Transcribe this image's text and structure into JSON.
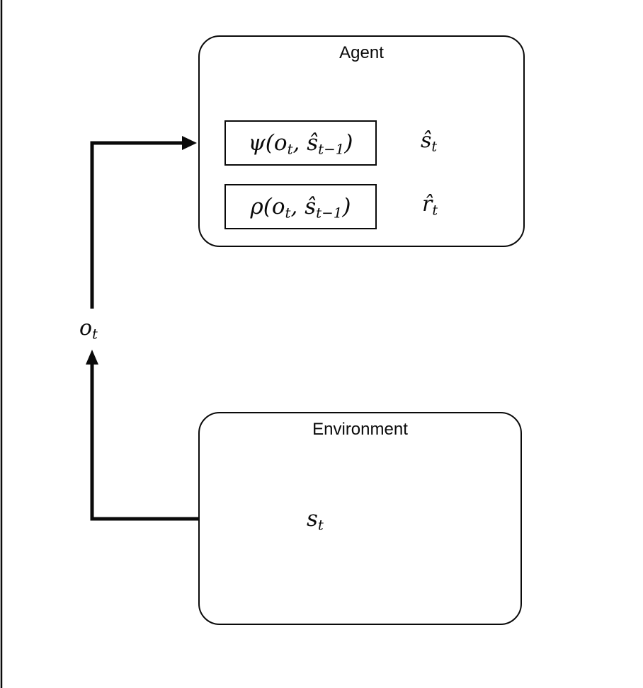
{
  "agent": {
    "title": "Agent",
    "psi_box": {
      "p0": "ψ(o",
      "s0": "t",
      "p1": ", ŝ",
      "s1": "t−1",
      "p2": ")"
    },
    "rho_box": {
      "p0": "ρ(o",
      "s0": "t",
      "p1": ", ŝ",
      "s1": "t−1",
      "p2": ")"
    },
    "predicted_state_label": {
      "p0": "ŝ",
      "s0": "t"
    },
    "predicted_reward_label": {
      "p0": "r̂",
      "s0": "t"
    }
  },
  "environment": {
    "title": "Environment",
    "state_label": {
      "p0": "s",
      "s0": "t"
    }
  },
  "observation_label": {
    "p0": "o",
    "s0": "t"
  },
  "colors": {
    "connector_blue": "#4472C4",
    "line_black": "#0a0a0a",
    "background": "#ffffff"
  }
}
